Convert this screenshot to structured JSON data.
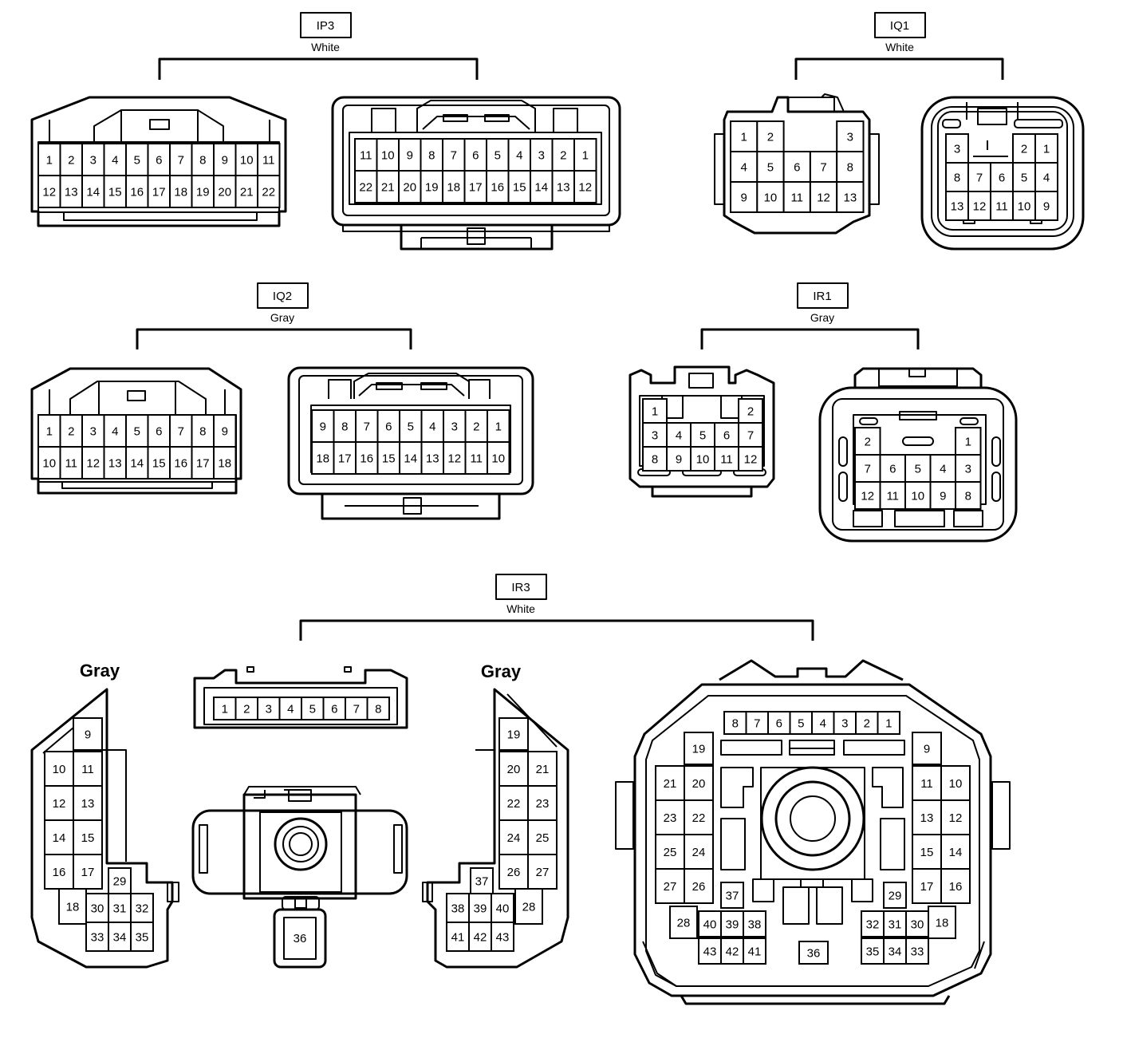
{
  "groups": [
    {
      "id": "ip3",
      "code": "IP3",
      "color": "White"
    },
    {
      "id": "iq1",
      "code": "IQ1",
      "color": "White"
    },
    {
      "id": "iq2",
      "code": "IQ2",
      "color": "Gray"
    },
    {
      "id": "ir1",
      "code": "IR1",
      "color": "Gray"
    },
    {
      "id": "ir3",
      "code": "IR3",
      "color": "White"
    }
  ],
  "sub_labels": [
    "Gray",
    "Gray"
  ],
  "connectors": {
    "ip3_left": [
      [
        "1",
        "2",
        "3",
        "4",
        "5",
        "6",
        "7",
        "8",
        "9",
        "10",
        "11"
      ],
      [
        "12",
        "13",
        "14",
        "15",
        "16",
        "17",
        "18",
        "19",
        "20",
        "21",
        "22"
      ]
    ],
    "ip3_right": [
      [
        "11",
        "10",
        "9",
        "8",
        "7",
        "6",
        "5",
        "4",
        "3",
        "2",
        "1"
      ],
      [
        "22",
        "21",
        "20",
        "19",
        "18",
        "17",
        "16",
        "15",
        "14",
        "13",
        "12"
      ]
    ],
    "iq1_left": [
      [
        "1",
        "2",
        "",
        "",
        "3"
      ],
      [
        "4",
        "5",
        "6",
        "7",
        "8"
      ],
      [
        "9",
        "10",
        "11",
        "12",
        "13"
      ]
    ],
    "iq1_right": [
      [
        "3",
        "",
        "",
        "2",
        "1"
      ],
      [
        "8",
        "7",
        "6",
        "5",
        "4"
      ],
      [
        "13",
        "12",
        "11",
        "10",
        "9"
      ]
    ],
    "iq2_left": [
      [
        "1",
        "2",
        "3",
        "4",
        "5",
        "6",
        "7",
        "8",
        "9"
      ],
      [
        "10",
        "11",
        "12",
        "13",
        "14",
        "15",
        "16",
        "17",
        "18"
      ]
    ],
    "iq2_right": [
      [
        "9",
        "8",
        "7",
        "6",
        "5",
        "4",
        "3",
        "2",
        "1"
      ],
      [
        "18",
        "17",
        "16",
        "15",
        "14",
        "13",
        "12",
        "11",
        "10"
      ]
    ],
    "ir1_left": [
      [
        "1",
        "",
        "",
        "",
        "2"
      ],
      [
        "3",
        "4",
        "5",
        "6",
        "7"
      ],
      [
        "8",
        "9",
        "10",
        "11",
        "12"
      ]
    ],
    "ir1_right": [
      [
        "2",
        "",
        "",
        "",
        "1"
      ],
      [
        "7",
        "6",
        "5",
        "4",
        "3"
      ],
      [
        "12",
        "11",
        "10",
        "9",
        "8"
      ]
    ],
    "ir3_strip": [
      "1",
      "2",
      "3",
      "4",
      "5",
      "6",
      "7",
      "8"
    ],
    "ir3_round_top": [
      "8",
      "7",
      "6",
      "5",
      "4",
      "3",
      "2",
      "1"
    ],
    "ir3_single": "36",
    "ir3_left_pins": [
      "9",
      "10",
      "11",
      "12",
      "13",
      "14",
      "15",
      "16",
      "17",
      "29",
      "18",
      "30",
      "31",
      "32",
      "33",
      "34",
      "35"
    ],
    "ir3_mid_pins": [
      "19",
      "20",
      "21",
      "22",
      "23",
      "24",
      "25",
      "26",
      "27",
      "37",
      "38",
      "39",
      "40",
      "28",
      "41",
      "42",
      "43"
    ],
    "ir3_round_left": [
      "19",
      "21",
      "20",
      "23",
      "22",
      "25",
      "24",
      "27",
      "26",
      "37",
      "28",
      "40",
      "39",
      "38",
      "43",
      "42",
      "41",
      "36"
    ],
    "ir3_round_right": [
      "9",
      "11",
      "10",
      "13",
      "12",
      "15",
      "14",
      "17",
      "16",
      "29",
      "32",
      "31",
      "30",
      "18",
      "35",
      "34",
      "33"
    ]
  }
}
